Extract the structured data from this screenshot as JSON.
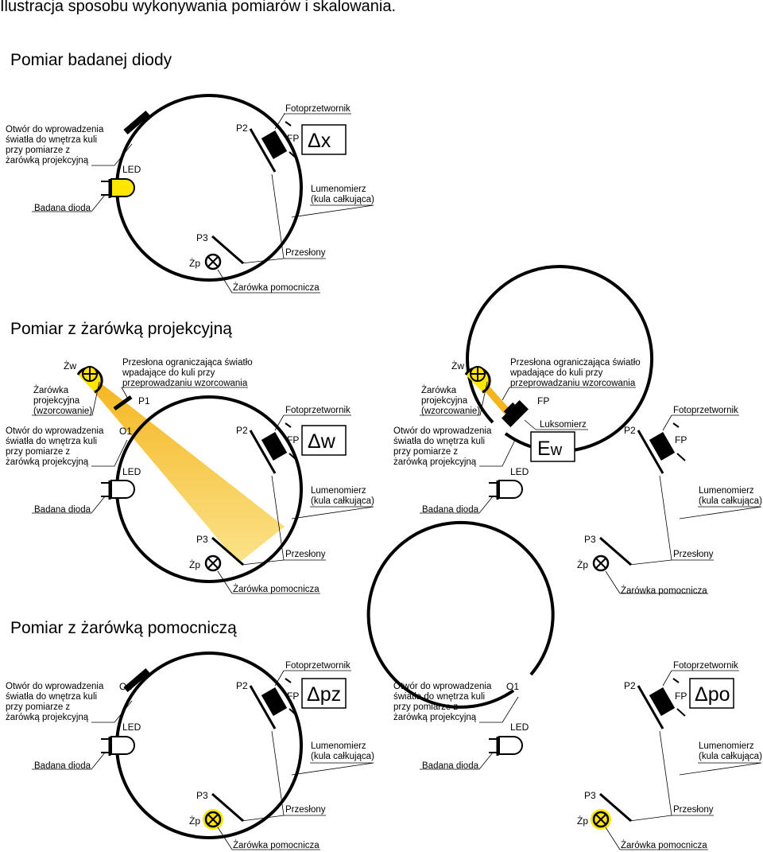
{
  "page_title": "Ilustracja sposobu wykonywania pomiarów i skalowania.",
  "sections": [
    {
      "title": "Pomiar badanej diody"
    },
    {
      "title": "Pomiar z żarówką projekcyjną"
    },
    {
      "title": "Pomiar z żarówką pomocniczą"
    }
  ],
  "labels": {
    "fotoprzetwornik": "Fotoprzetwornik",
    "fp": "FP",
    "p1": "P1",
    "p2": "P2",
    "p3": "P3",
    "o1": "O1",
    "led": "LED",
    "zp": "Żp",
    "zw": "Żw",
    "badana_dioda": "Badana dioda",
    "przeslony": "Przesłony",
    "zarowka_pomocnicza": "Żarówka pomocnicza",
    "lumenomierz_1": "Lumenomierz",
    "lumenomierz_2": "(kula całkująca)",
    "otwor_1": "Otwór do wprowadzenia",
    "otwor_2": "światła do wnętrza kuli",
    "otwor_3": "przy pomiarze z",
    "otwor_4": "żarówką projekcyjną",
    "zarowka_proj_1": "Żarówka",
    "zarowka_proj_2": "projekcyjna",
    "zarowka_proj_3": "(wzorcowanie)",
    "przeslona_1": "Przesłona ograniczająca światło",
    "przeslona_2": "wpadające do kuli przy",
    "przeslona_3": "przeprowadzaniu wzorcowania",
    "luksomierz": "Luksomierz"
  },
  "readouts": {
    "dx": {
      "delta": "Δ",
      "sub": "x"
    },
    "dw": {
      "delta": "Δ",
      "sub": "w"
    },
    "ew": {
      "main": "E",
      "sub": "w"
    },
    "dpz": {
      "delta": "Δ",
      "sub": "pz"
    },
    "dpo": {
      "delta": "Δ",
      "sub": "po"
    }
  },
  "colors": {
    "highlight_yellow": "#ffe600",
    "beam_light": "#fbe38a",
    "beam_dark": "#f4b51f",
    "line": "#000000"
  }
}
